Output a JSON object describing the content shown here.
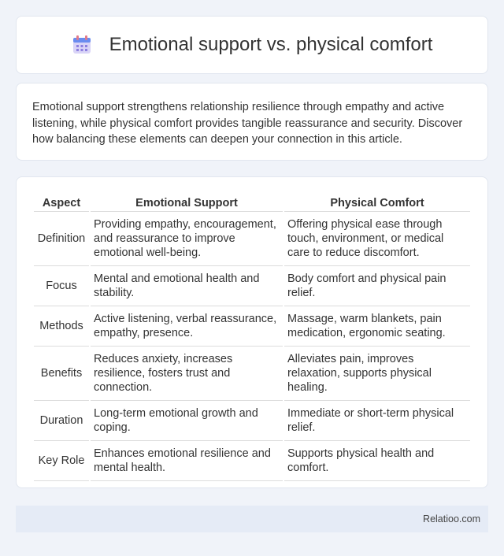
{
  "header": {
    "title": "Emotional support vs. physical comfort",
    "icon": "calendar-icon"
  },
  "intro": {
    "text": "Emotional support strengthens relationship resilience through empathy and active listening, while physical comfort provides tangible reassurance and security. Discover how balancing these elements can deepen your connection in this article."
  },
  "table": {
    "headers": [
      "Aspect",
      "Emotional Support",
      "Physical Comfort"
    ],
    "rows": [
      [
        "Definition",
        "Providing empathy, encouragement, and reassurance to improve emotional well-being.",
        "Offering physical ease through touch, environment, or medical care to reduce discomfort."
      ],
      [
        "Focus",
        "Mental and emotional health and stability.",
        "Body comfort and physical pain relief."
      ],
      [
        "Methods",
        "Active listening, verbal reassurance, empathy, presence.",
        "Massage, warm blankets, pain medication, ergonomic seating."
      ],
      [
        "Benefits",
        "Reduces anxiety, increases resilience, fosters trust and connection.",
        "Alleviates pain, improves relaxation, supports physical healing."
      ],
      [
        "Duration",
        "Long-term emotional growth and coping.",
        "Immediate or short-term physical relief."
      ],
      [
        "Key Role",
        "Enhances emotional resilience and mental health.",
        "Supports physical health and comfort."
      ]
    ]
  },
  "footer": {
    "brand": "Relatioo.com"
  }
}
